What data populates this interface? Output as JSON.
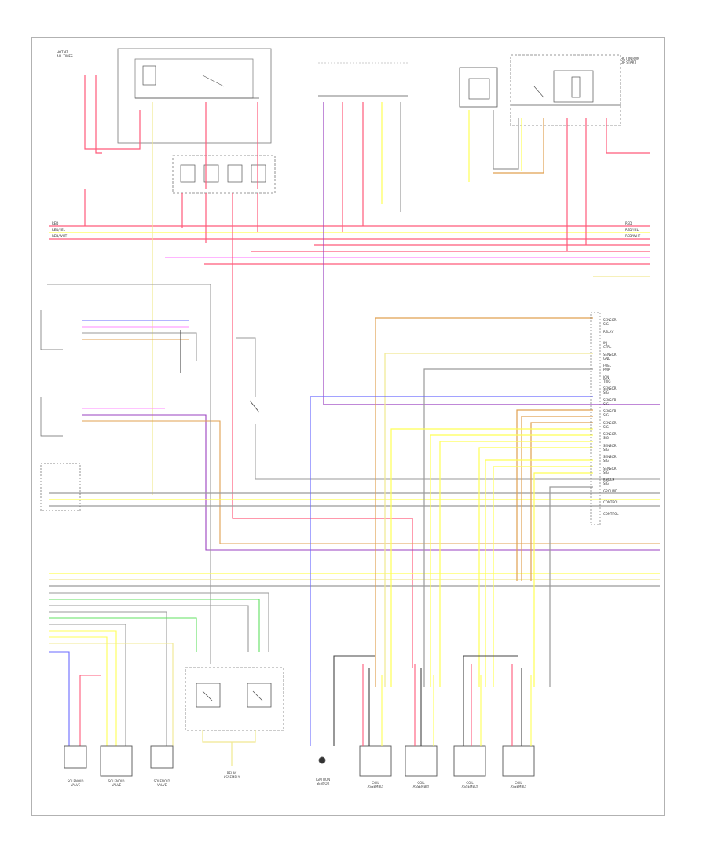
{
  "diagram": {
    "top_labels": {
      "hot_at_all_times": "HOT AT\nALL TIMES",
      "hot_in_run_start": "HOT IN RUN\nOR START",
      "relay_left": "",
      "fuse_panel": "",
      "relay_right": ""
    },
    "left_connector_labels": [
      {
        "id": "l1",
        "text": "RED"
      },
      {
        "id": "l2",
        "text": "RED/YEL"
      },
      {
        "id": "l3",
        "text": "RED/WHT"
      }
    ],
    "right_connector_labels": [
      {
        "id": "r1",
        "text": "RED"
      },
      {
        "id": "r2",
        "text": "RED/WHT"
      },
      {
        "id": "r3",
        "text": "RED/YEL"
      }
    ],
    "ecm_pin_labels": [
      "SENSOR SIG",
      "RELAY",
      "INJ CTRL",
      "SENSOR GND",
      "FUEL PMP",
      "IGN TRIG",
      "SENSOR SIG",
      "SENSOR SIG",
      "SENSOR SIG",
      "SENSOR SIG",
      "SENSOR SIG",
      "SENSOR SIG",
      "SENSOR SIG",
      "SENSOR SIG",
      "KNOCK SIG",
      "GROUND",
      "CONTROL",
      "CONTROL"
    ],
    "bottom_components": [
      {
        "id": "c1",
        "label": "SOLENOID\nVALVE"
      },
      {
        "id": "c2",
        "label": "SOLENOID\nVALVE"
      },
      {
        "id": "c3",
        "label": "SOLENOID\nVALVE"
      },
      {
        "id": "c4",
        "label": "RELAY\nASSEMBLY"
      },
      {
        "id": "c5",
        "label": "IGNITION\nSENSOR"
      },
      {
        "id": "c6",
        "label": "COIL\nASSEMBLY"
      },
      {
        "id": "c7",
        "label": "COIL\nASSEMBLY"
      },
      {
        "id": "c8",
        "label": "COIL\nASSEMBLY"
      },
      {
        "id": "c9",
        "label": "COIL\nASSEMBLY"
      }
    ],
    "footer_text": "",
    "colors": {
      "red": "#ff5a7a",
      "pink": "#ff8aff",
      "yellow": "#ffff55",
      "orange": "#e0a050",
      "blue": "#6a6aff",
      "purple": "#9a40c0",
      "green": "#60e060",
      "gray": "#9a9a9a",
      "dark": "#444444",
      "tan": "#d8c070",
      "lightyellow": "#f0e890"
    }
  }
}
